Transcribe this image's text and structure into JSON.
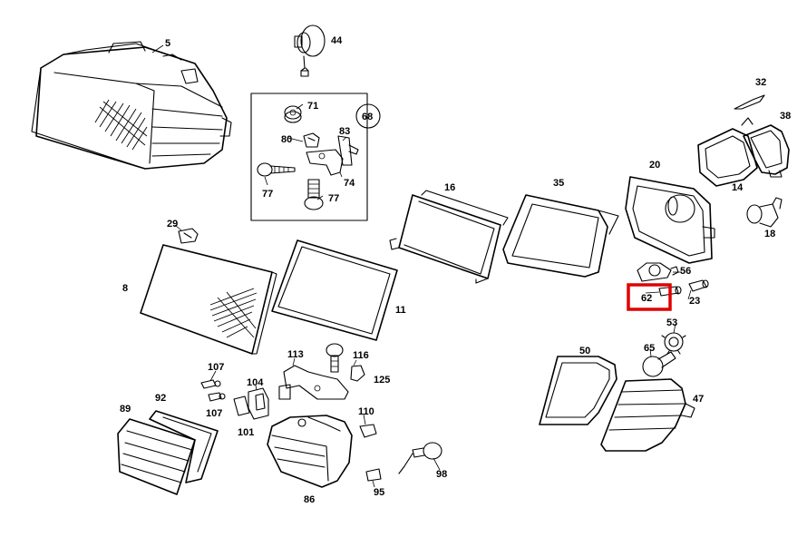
{
  "diagram": {
    "labels": {
      "p5": "5",
      "p44": "44",
      "p71": "71",
      "p68": "68",
      "p80": "80",
      "p83": "83",
      "p77a": "77",
      "p74": "74",
      "p77b": "77",
      "p16": "16",
      "p35": "35",
      "p20": "20",
      "p32": "32",
      "p38": "38",
      "p14": "14",
      "p18": "18",
      "p29": "29",
      "p8": "8",
      "p11": "11",
      "p56": "56",
      "p62": "62",
      "p23": "23",
      "p53": "53",
      "p65": "65",
      "p50": "50",
      "p47": "47",
      "p113": "113",
      "p116": "116",
      "p125": "125",
      "p107a": "107",
      "p104": "104",
      "p107b": "107",
      "p101": "101",
      "p89": "89",
      "p92": "92",
      "p110": "110",
      "p98": "98",
      "p86": "86",
      "p95": "95"
    },
    "highlighted_part": "62",
    "highlight_color": "#e00000"
  }
}
